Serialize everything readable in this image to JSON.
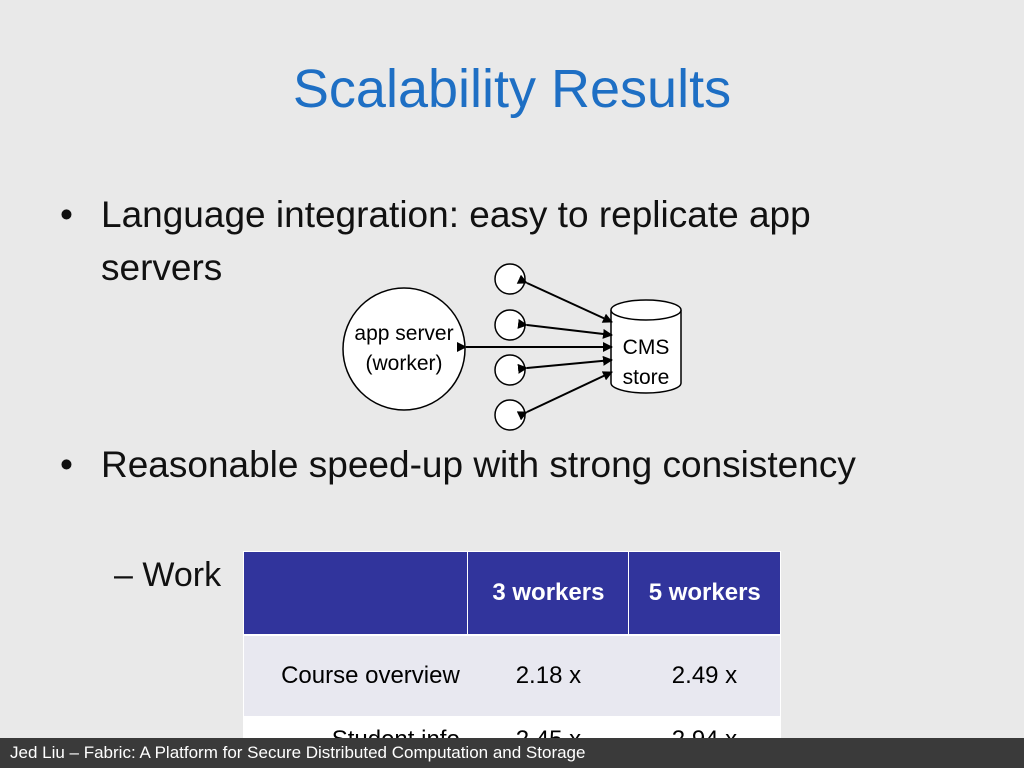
{
  "slide": {
    "title": "Scalability Results",
    "bullets": [
      {
        "marker": "•",
        "text": "Language integration: easy to replicate app servers"
      },
      {
        "marker": "•",
        "text": "Reasonable speed-up with strong consistency"
      }
    ],
    "sub_bullet": "– Work"
  },
  "diagram": {
    "app_server_line1": "app server",
    "app_server_line2": "(worker)",
    "store_line1": "CMS",
    "store_line2": "store"
  },
  "table": {
    "headers": [
      "",
      "3 workers",
      "5 workers"
    ],
    "rows": [
      [
        "Course overview",
        "2.18 x",
        "2.49 x"
      ],
      [
        "Student info",
        "2.45 x",
        "2.94 x"
      ]
    ]
  },
  "footer": {
    "text": "Jed Liu – Fabric: A Platform for Secure Distributed Computation and Storage"
  },
  "colors": {
    "title": "#1e6fc4",
    "table_header": "#31349c",
    "footer_bar": "#3a3a3a",
    "background": "#e9e9e9"
  }
}
